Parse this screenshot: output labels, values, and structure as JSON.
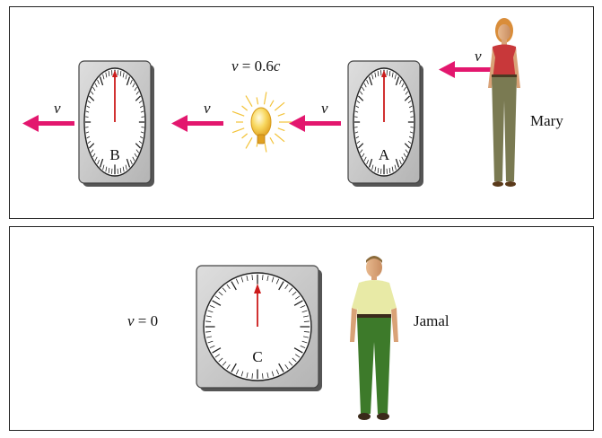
{
  "top_panel": {
    "speed_label": {
      "var": "v",
      "eq": " = 0.6",
      "unit": "c"
    },
    "arrow_label": "v",
    "observer_name": "Mary",
    "clock_b_letter": "B",
    "clock_a_letter": "A"
  },
  "bottom_panel": {
    "speed_label": {
      "var": "v",
      "eq": " = 0"
    },
    "observer_name": "Jamal",
    "clock_c_letter": "C"
  },
  "colors": {
    "arrow": "#e3176e",
    "hand": "#cc1b1b",
    "clock_case": "#c9c9c9",
    "bulb": "#f3c33a"
  }
}
